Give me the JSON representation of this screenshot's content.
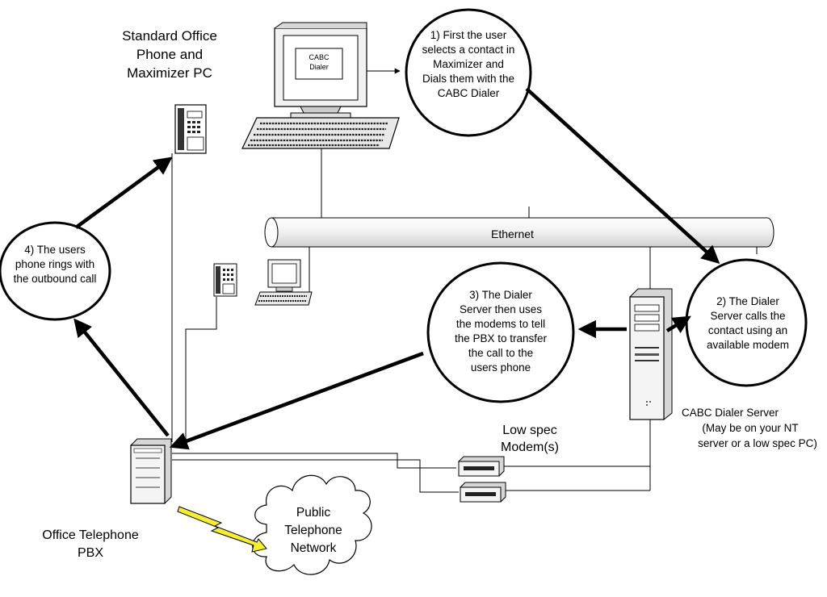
{
  "labels": {
    "standard_office": [
      "Standard Office",
      "Phone and",
      "Maximizer PC"
    ],
    "screen_app": [
      "CABC",
      "Dialer"
    ],
    "ethernet": "Ethernet",
    "dialer_server": [
      "CABC Dialer Server",
      "(May be on your NT",
      "server or a low spec PC)"
    ],
    "modems": [
      "Low spec",
      "Modem(s)"
    ],
    "pbx": [
      "Office Telephone",
      "PBX"
    ],
    "public_network": [
      "Public",
      "Telephone",
      "Network"
    ]
  },
  "steps": {
    "step1": [
      "1) First the user",
      "selects a contact in",
      "Maximizer and",
      "Dials them with the",
      "CABC Dialer"
    ],
    "step2": [
      "2) The Dialer",
      "Server calls the",
      "contact using an",
      "available modem"
    ],
    "step3": [
      "3) The Dialer",
      "Server then uses",
      "the modems to tell",
      "the PBX to transfer",
      "the call to the",
      "users phone"
    ],
    "step4": [
      "4) The users",
      "phone rings with",
      "the outbound call"
    ]
  }
}
